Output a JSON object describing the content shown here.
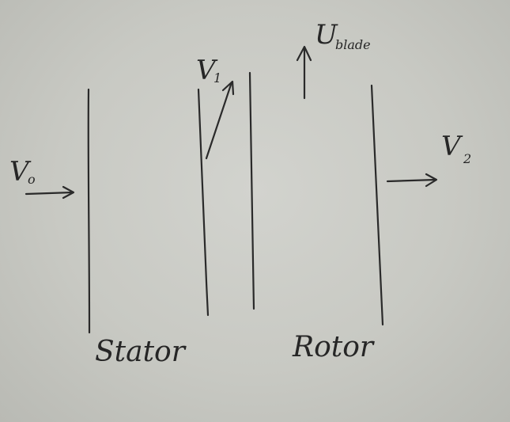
{
  "labels": {
    "v0_main": "V",
    "v0_sub": "o",
    "v1_main": "V",
    "v1_sub": "1",
    "v2_main": "V",
    "v2_sub": "2",
    "ublade_main": "U",
    "ublade_sub": "blade",
    "stator": "Stator",
    "rotor": "Rotor"
  }
}
